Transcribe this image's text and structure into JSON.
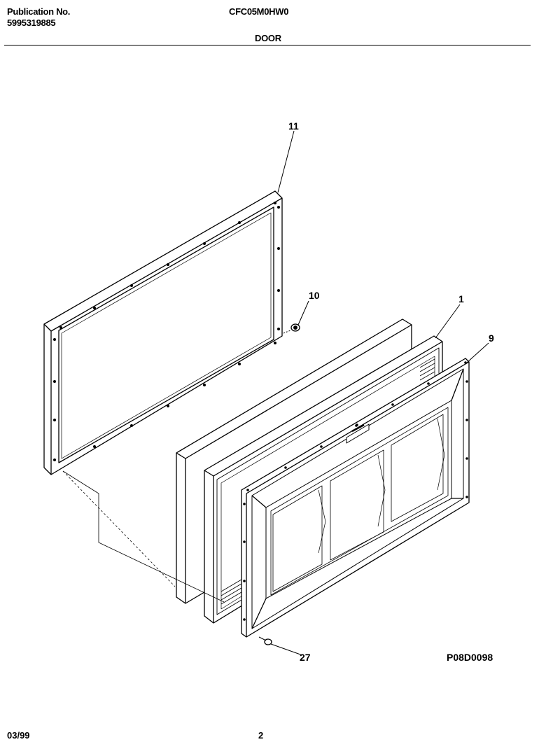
{
  "header": {
    "publication_label": "Publication No.",
    "publication_number": "5995319885",
    "model": "CFC05M0HW0",
    "section": "DOOR"
  },
  "diagram": {
    "callouts": [
      "11",
      "10",
      "1",
      "9",
      "27"
    ],
    "code": "P08D0098"
  },
  "footer": {
    "date": "03/99",
    "page": "2"
  }
}
